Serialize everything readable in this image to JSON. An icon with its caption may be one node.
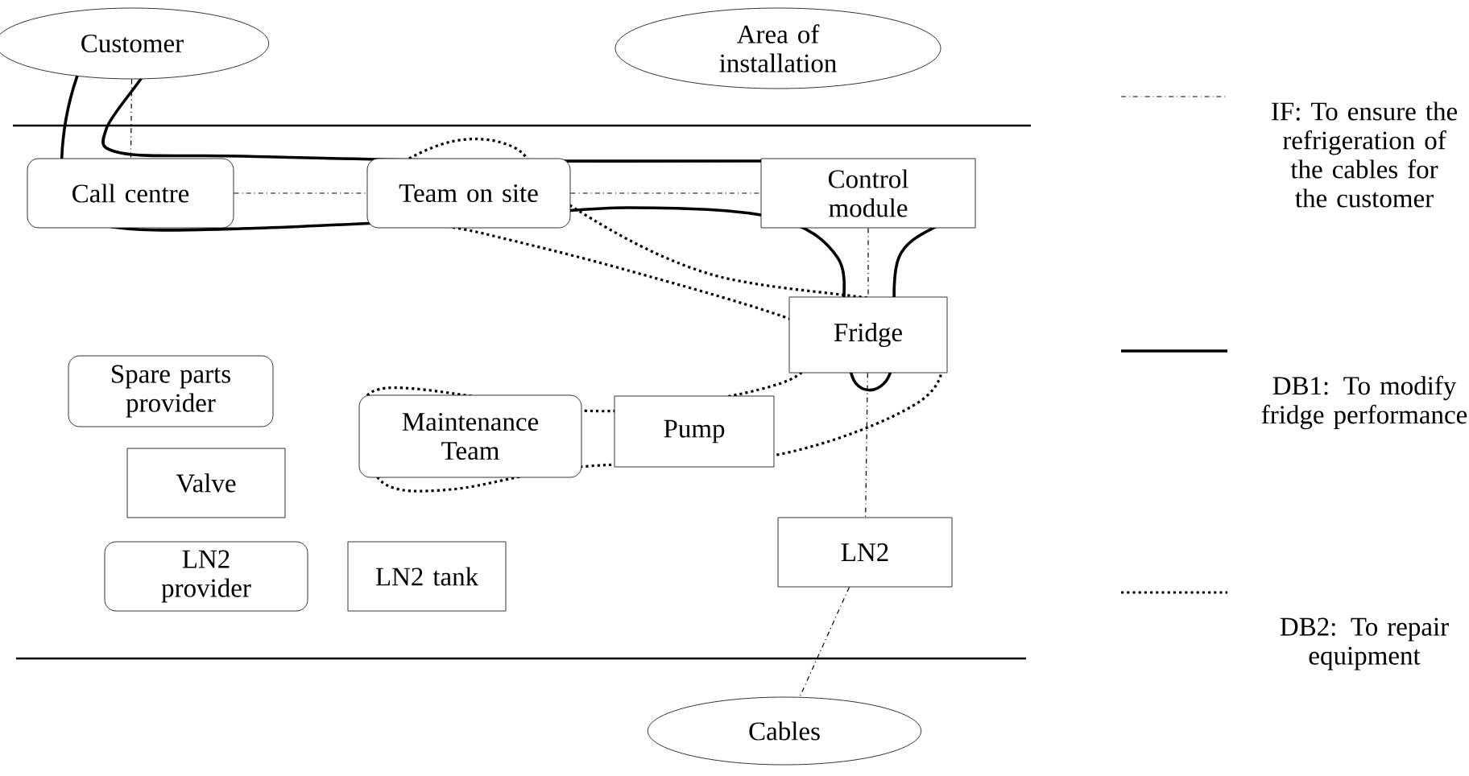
{
  "diagram": {
    "nodes": [
      {
        "text": [
          "Customer"
        ]
      },
      {
        "text": [
          "Area of installation"
        ]
      },
      {
        "text": [
          "Call centre"
        ]
      },
      {
        "text": [
          "Team on site"
        ]
      },
      {
        "text": [
          "Control module"
        ]
      },
      {
        "text": [
          "Fridge"
        ]
      },
      {
        "text": [
          "Spare parts provider"
        ]
      },
      {
        "text": [
          "Maintenance Team"
        ]
      },
      {
        "text": [
          "Pump"
        ]
      },
      {
        "text": [
          "Valve"
        ]
      },
      {
        "text": [
          "LN2 provider"
        ]
      },
      {
        "text": [
          "LN2 tank"
        ]
      },
      {
        "text": [
          "LN2"
        ]
      },
      {
        "text": [
          "Cables"
        ]
      }
    ],
    "edges": [
      {
        "from": 0,
        "to": 2,
        "arrow": "none",
        "style": "dashed"
      },
      {
        "from": 2,
        "to": 3,
        "arrow": "none",
        "style": "dashed"
      },
      {
        "from": 3,
        "to": 4,
        "arrow": "none",
        "style": "dashed"
      },
      {
        "from": 4,
        "to": 5,
        "arrow": "none",
        "style": "dashed"
      },
      {
        "from": 5,
        "to": 12,
        "arrow": "none",
        "style": "dashed"
      },
      {
        "from": 12,
        "to": 13,
        "arrow": "none",
        "style": "dashed"
      }
    ],
    "legend": [
      {
        "text": "IF: To ensure the refrigeration of the cables for the customer"
      },
      {
        "text": "DB1: To modify fridge performance"
      },
      {
        "text": "DB2: To repair equipment"
      }
    ]
  }
}
